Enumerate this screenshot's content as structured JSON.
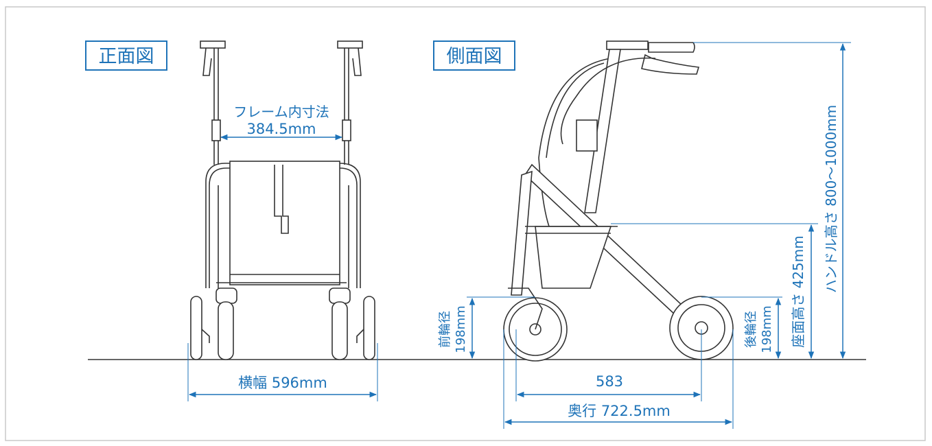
{
  "front_view": {
    "title": "正面図",
    "frame_inner_label": "フレーム内寸法",
    "frame_inner_value": "384.5mm",
    "width_label": "横幅 596mm"
  },
  "side_view": {
    "title": "側面図",
    "handle_height": "ハンドル高さ 800〜1000mm",
    "seat_height": "座面高さ 425mm",
    "front_wheel_label": "前輪径",
    "front_wheel_value": "198mm",
    "rear_wheel_label": "後輪径",
    "rear_wheel_value": "198mm",
    "wheelbase": "583",
    "depth_label": "奥行 722.5mm"
  },
  "colors": {
    "dimension": "#1e73b8",
    "frame": "#333333",
    "border": "#c9c9c9"
  }
}
